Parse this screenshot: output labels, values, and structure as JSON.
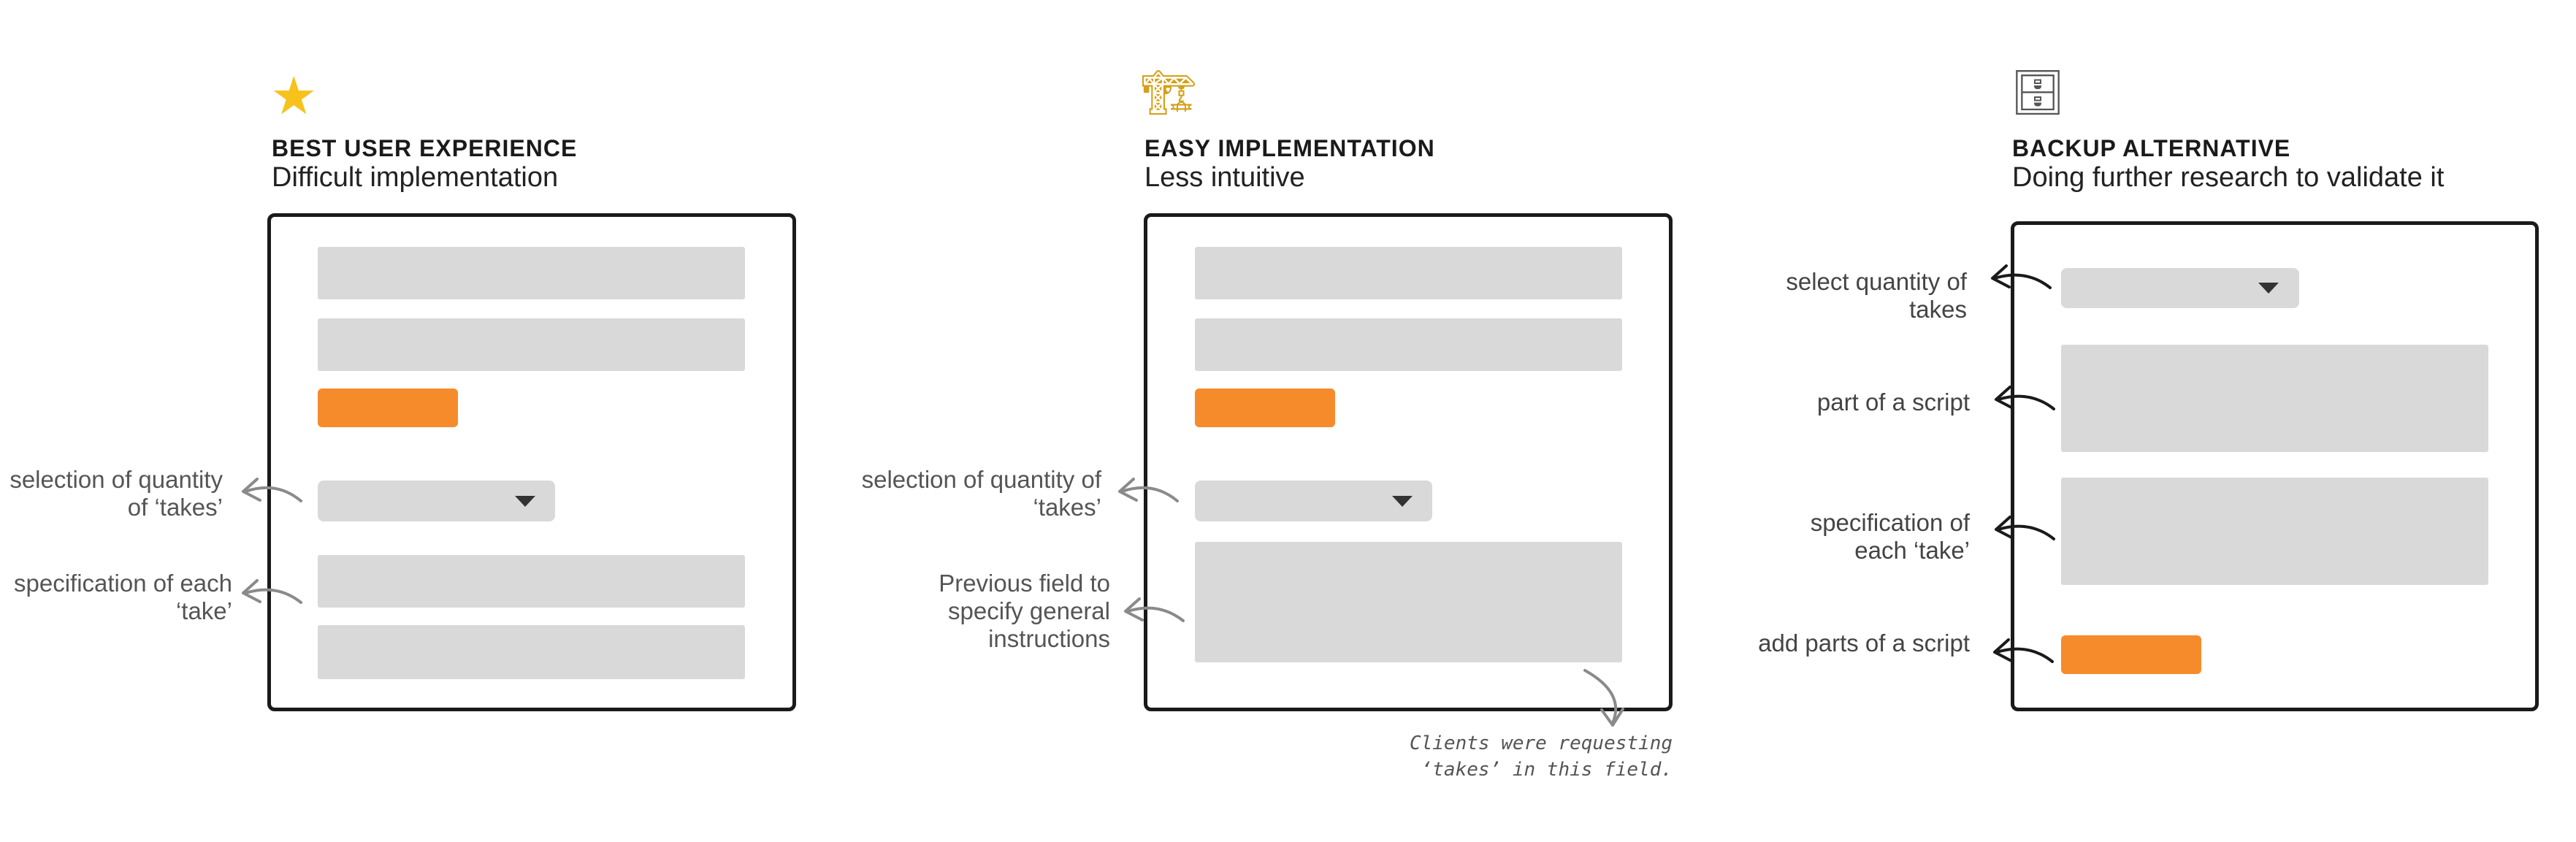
{
  "columns": [
    {
      "icon": "star-icon",
      "icon_glyph": "★",
      "title": "BEST USER EXPERIENCE",
      "subtitle": "Difficult implementation",
      "annotations": [
        "selection of quantity of ‘takes’",
        "specification of each ‘take’"
      ]
    },
    {
      "icon": "crane-icon",
      "icon_glyph": "🏗",
      "title": "EASY IMPLEMENTATION",
      "subtitle": "Less intuitive",
      "annotations": [
        "selection of quantity of ‘takes’",
        "Previous field to specify general instructions"
      ],
      "note": "Clients were requesting ‘takes’ in this field."
    },
    {
      "icon": "file-cabinet-icon",
      "icon_glyph": "🗄",
      "title": "BACKUP ALTERNATIVE",
      "subtitle": "Doing further research to validate it",
      "annotations": [
        "select quantity of takes",
        "part of a script",
        "specification of each ‘take’",
        "add parts of a script"
      ]
    }
  ],
  "colors": {
    "accent": "#f68b2c",
    "placeholder": "#d9d9d9",
    "frame": "#1a1a1a",
    "annotation_arrow_light": "#8a8a8a",
    "annotation_arrow_dark": "#1a1a1a"
  }
}
